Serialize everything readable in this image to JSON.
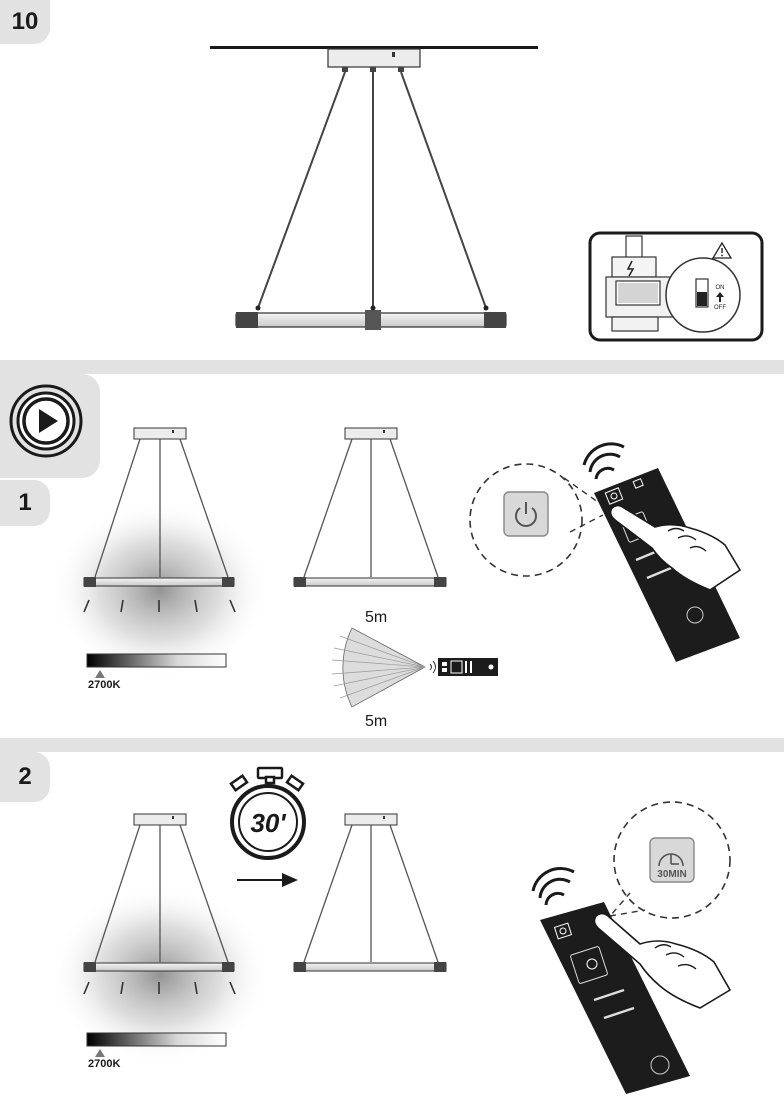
{
  "steps": {
    "step10": "10",
    "step1": "1",
    "step2": "2"
  },
  "switch": {
    "on": "ON",
    "off": "OFF"
  },
  "color_temp": {
    "label1": "2700K",
    "label2": "2700K"
  },
  "sensor": {
    "range_top": "5m",
    "range_bottom": "5m"
  },
  "timer": {
    "duration": "30'"
  },
  "remote_button": {
    "timer_label": "30MIN"
  },
  "colors": {
    "gap": "#e2e2e2",
    "ink": "#1a1a1a",
    "remote": "#1c1c1c"
  }
}
